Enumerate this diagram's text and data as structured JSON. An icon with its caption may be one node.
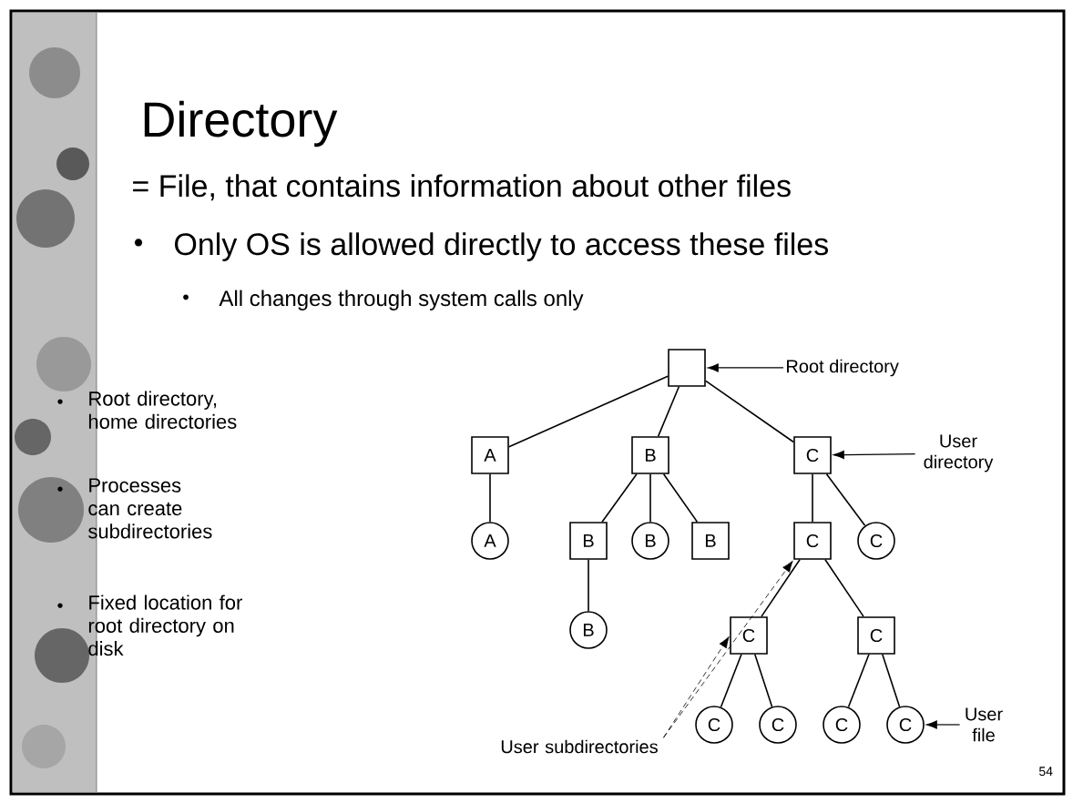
{
  "diagram": {
    "title": "Directory",
    "nodes": [
      {
        "text": [],
        "shape": "box"
      },
      {
        "text": [
          "A"
        ]
      },
      {
        "text": [
          "B"
        ]
      },
      {
        "text": [
          "C"
        ]
      },
      {
        "text": [
          "A"
        ]
      },
      {
        "text": [
          "B"
        ]
      },
      {
        "text": [
          "B"
        ]
      },
      {
        "text": [
          "B"
        ]
      },
      {
        "text": [
          "C"
        ]
      },
      {
        "text": [
          "C"
        ]
      },
      {
        "text": [
          "B"
        ]
      },
      {
        "text": [
          "C"
        ]
      },
      {
        "text": [
          "C"
        ]
      },
      {
        "text": [
          "C"
        ]
      },
      {
        "text": [
          "C"
        ]
      },
      {
        "text": [
          "C"
        ]
      },
      {
        "text": [
          "C"
        ]
      },
      {
        "text": [
          "Root directory"
        ]
      },
      {
        "text": [
          "User directory"
        ]
      },
      {
        "text": [
          "User subdirectories"
        ]
      },
      {
        "text": [
          "User file"
        ]
      }
    ],
    "edges": [
      {
        "from": 0,
        "to": 1,
        "arrow": "none"
      },
      {
        "from": 0,
        "to": 2,
        "arrow": "none"
      },
      {
        "from": 0,
        "to": 3,
        "arrow": "none"
      },
      {
        "from": 1,
        "to": 4,
        "arrow": "none"
      },
      {
        "from": 2,
        "to": 5,
        "arrow": "none"
      },
      {
        "from": 2,
        "to": 6,
        "arrow": "none"
      },
      {
        "from": 2,
        "to": 7,
        "arrow": "none"
      },
      {
        "from": 3,
        "to": 8,
        "arrow": "none"
      },
      {
        "from": 3,
        "to": 9,
        "arrow": "none"
      },
      {
        "from": 5,
        "to": 10,
        "arrow": "none"
      },
      {
        "from": 8,
        "to": 11,
        "arrow": "none"
      },
      {
        "from": 8,
        "to": 12,
        "arrow": "none"
      },
      {
        "from": 11,
        "to": 13,
        "arrow": "none"
      },
      {
        "from": 11,
        "to": 14,
        "arrow": "none"
      },
      {
        "from": 12,
        "to": 15,
        "arrow": "none"
      },
      {
        "from": 12,
        "to": 16,
        "arrow": "none"
      },
      {
        "from": 17,
        "to": 0,
        "arrow": "to"
      },
      {
        "from": 18,
        "to": 3,
        "arrow": "to"
      },
      {
        "from": 19,
        "to": 8,
        "arrow": "to",
        "style": "dashed"
      },
      {
        "from": 19,
        "to": 11,
        "arrow": "to",
        "style": "dashed"
      },
      {
        "from": 20,
        "to": 16,
        "arrow": "to"
      }
    ],
    "labels": [
      "= File, that contains information about other files",
      "Only OS is allowed directly to access these files",
      "All changes through system calls only",
      "Root directory, home directories",
      "Processes can create subdirectories",
      "Fixed location for root directory on disk",
      "54"
    ]
  }
}
